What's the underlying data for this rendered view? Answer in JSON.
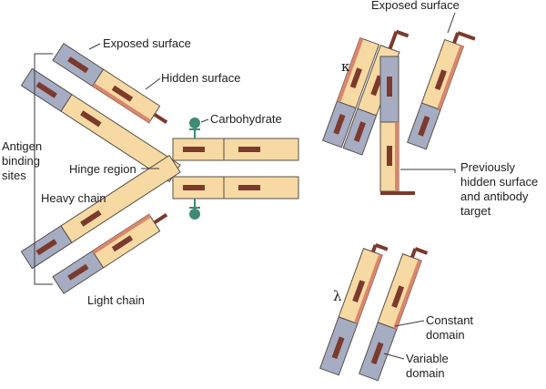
{
  "labels": {
    "exposed_surface_left": "Exposed surface",
    "hidden_surface": "Hidden surface",
    "carbohydrate": "Carbohydrate",
    "antigen_binding_sites": [
      "Antigen",
      "binding",
      "sites"
    ],
    "hinge_region": "Hinge region",
    "heavy_chain": "Heavy chain",
    "light_chain": "Light chain",
    "exposed_surface_right": "Exposed surface",
    "kappa": "κ",
    "previously_hidden": [
      "Previously",
      "hidden surface",
      "and antibody",
      "target"
    ],
    "lambda": "λ",
    "constant_domain": [
      "Constant",
      "domain"
    ],
    "variable_domain": [
      "Variable",
      "domain"
    ]
  },
  "colors": {
    "variable_domain": "#a6adc3",
    "constant_domain": "#f7d9a3",
    "surface_stripe": "#d9866b",
    "dark_bar": "#7b3a2c",
    "carbohydrate": "#3f8a74",
    "outline": "#55504a"
  }
}
